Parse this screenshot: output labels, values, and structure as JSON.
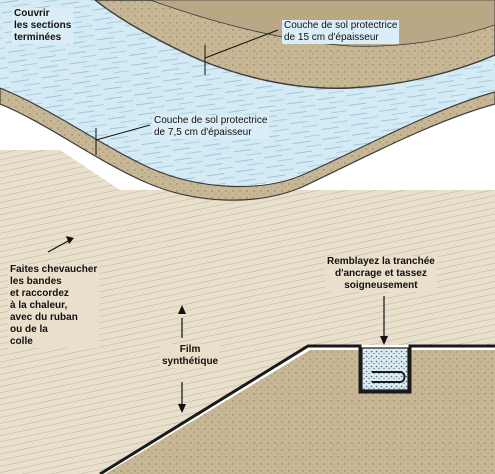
{
  "labels": {
    "cover_sections": "Couvrir\nles sections\nterminées",
    "protective_layer_15": "Couche de sol protectrice\nde 15 cm d'épaisseur",
    "protective_layer_7_5": "Couche de sol protectrice\nde 7,5 cm d'épaisseur",
    "overlap_strips": "Faites chevaucher\nles bandes\net raccordez\nà la chaleur,\navec du ruban\nou de la\ncolle",
    "backfill_trench": "Remblayez la tranchée\nd'ancrage et tassez\nsoigneusement",
    "synthetic_film": "Film\nsynthétique"
  },
  "colors": {
    "soil": "#c9b89a",
    "soil_dark": "#9c8a6c",
    "film_water": "#cfe8f4",
    "film_lines": "#7fb2cc",
    "liner_tan": "#e6dcc6",
    "ink": "#111111"
  }
}
